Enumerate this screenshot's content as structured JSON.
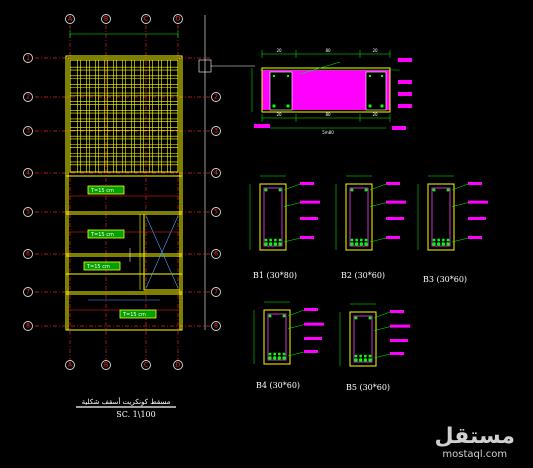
{
  "plan": {
    "columns": [
      "A",
      "B",
      "C",
      "D"
    ],
    "rows": [
      "1",
      "2",
      "3",
      "4",
      "5",
      "6",
      "7",
      "8"
    ],
    "slab_tags": [
      "T=15 cm",
      "T=15 cm",
      "T=15 cm",
      "T=15 cm"
    ],
    "title_ar": "مسقط كونكريت أسقف شكلية",
    "scale": "SC. 1\\100"
  },
  "section": {
    "dims_top": [
      "20",
      "80",
      "20"
    ],
    "dims_bottom": [
      "20",
      "80",
      "20"
    ],
    "total": "5m80"
  },
  "beams": [
    {
      "id": "b1",
      "caption": "B1 (30*80)"
    },
    {
      "id": "b2",
      "caption": "B2 (30*60)"
    },
    {
      "id": "b3",
      "caption": "B3 (30*60)"
    },
    {
      "id": "b4",
      "caption": "B4 (30*60)"
    },
    {
      "id": "b5",
      "caption": "B5 (30*60)"
    }
  ],
  "watermark": {
    "ar": "مستقل",
    "en": "mostaql.com"
  },
  "colors": {
    "background": "#000000",
    "slab": "#ffff00",
    "axis": "#e02020",
    "rebar": "#00ff00",
    "hatch": "#ff00ff"
  }
}
